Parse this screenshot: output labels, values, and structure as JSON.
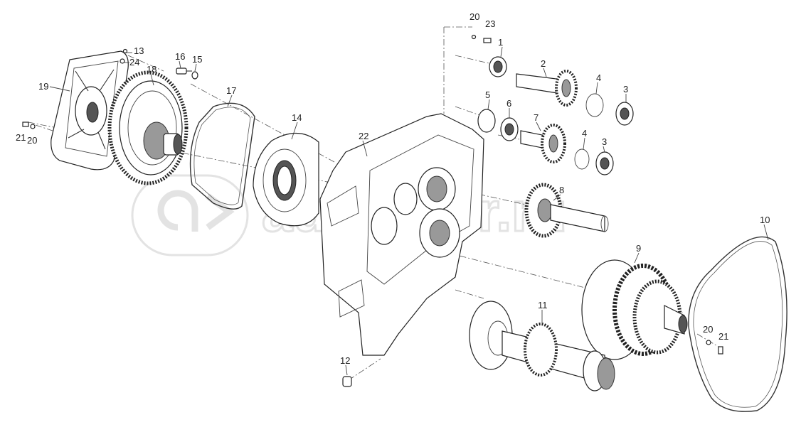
{
  "watermark": {
    "text": "autopiter.ru",
    "logo": "a-arrow-logo"
  },
  "callouts": [
    {
      "id": "c1",
      "label": "1"
    },
    {
      "id": "c2",
      "label": "2"
    },
    {
      "id": "c3a",
      "label": "3"
    },
    {
      "id": "c3b",
      "label": "3"
    },
    {
      "id": "c4a",
      "label": "4"
    },
    {
      "id": "c4b",
      "label": "4"
    },
    {
      "id": "c5",
      "label": "5"
    },
    {
      "id": "c6",
      "label": "6"
    },
    {
      "id": "c7",
      "label": "7"
    },
    {
      "id": "c8",
      "label": "8"
    },
    {
      "id": "c9",
      "label": "9"
    },
    {
      "id": "c10",
      "label": "10"
    },
    {
      "id": "c11",
      "label": "11"
    },
    {
      "id": "c12",
      "label": "12"
    },
    {
      "id": "c13",
      "label": "13"
    },
    {
      "id": "c14",
      "label": "14"
    },
    {
      "id": "c15",
      "label": "15"
    },
    {
      "id": "c16",
      "label": "16"
    },
    {
      "id": "c17",
      "label": "17"
    },
    {
      "id": "c18",
      "label": "18"
    },
    {
      "id": "c19",
      "label": "19"
    },
    {
      "id": "c20a",
      "label": "20"
    },
    {
      "id": "c20b",
      "label": "20"
    },
    {
      "id": "c20c",
      "label": "20"
    },
    {
      "id": "c21a",
      "label": "21"
    },
    {
      "id": "c21b",
      "label": "21"
    },
    {
      "id": "c22",
      "label": "22"
    },
    {
      "id": "c23",
      "label": "23"
    },
    {
      "id": "c24",
      "label": "24"
    }
  ]
}
